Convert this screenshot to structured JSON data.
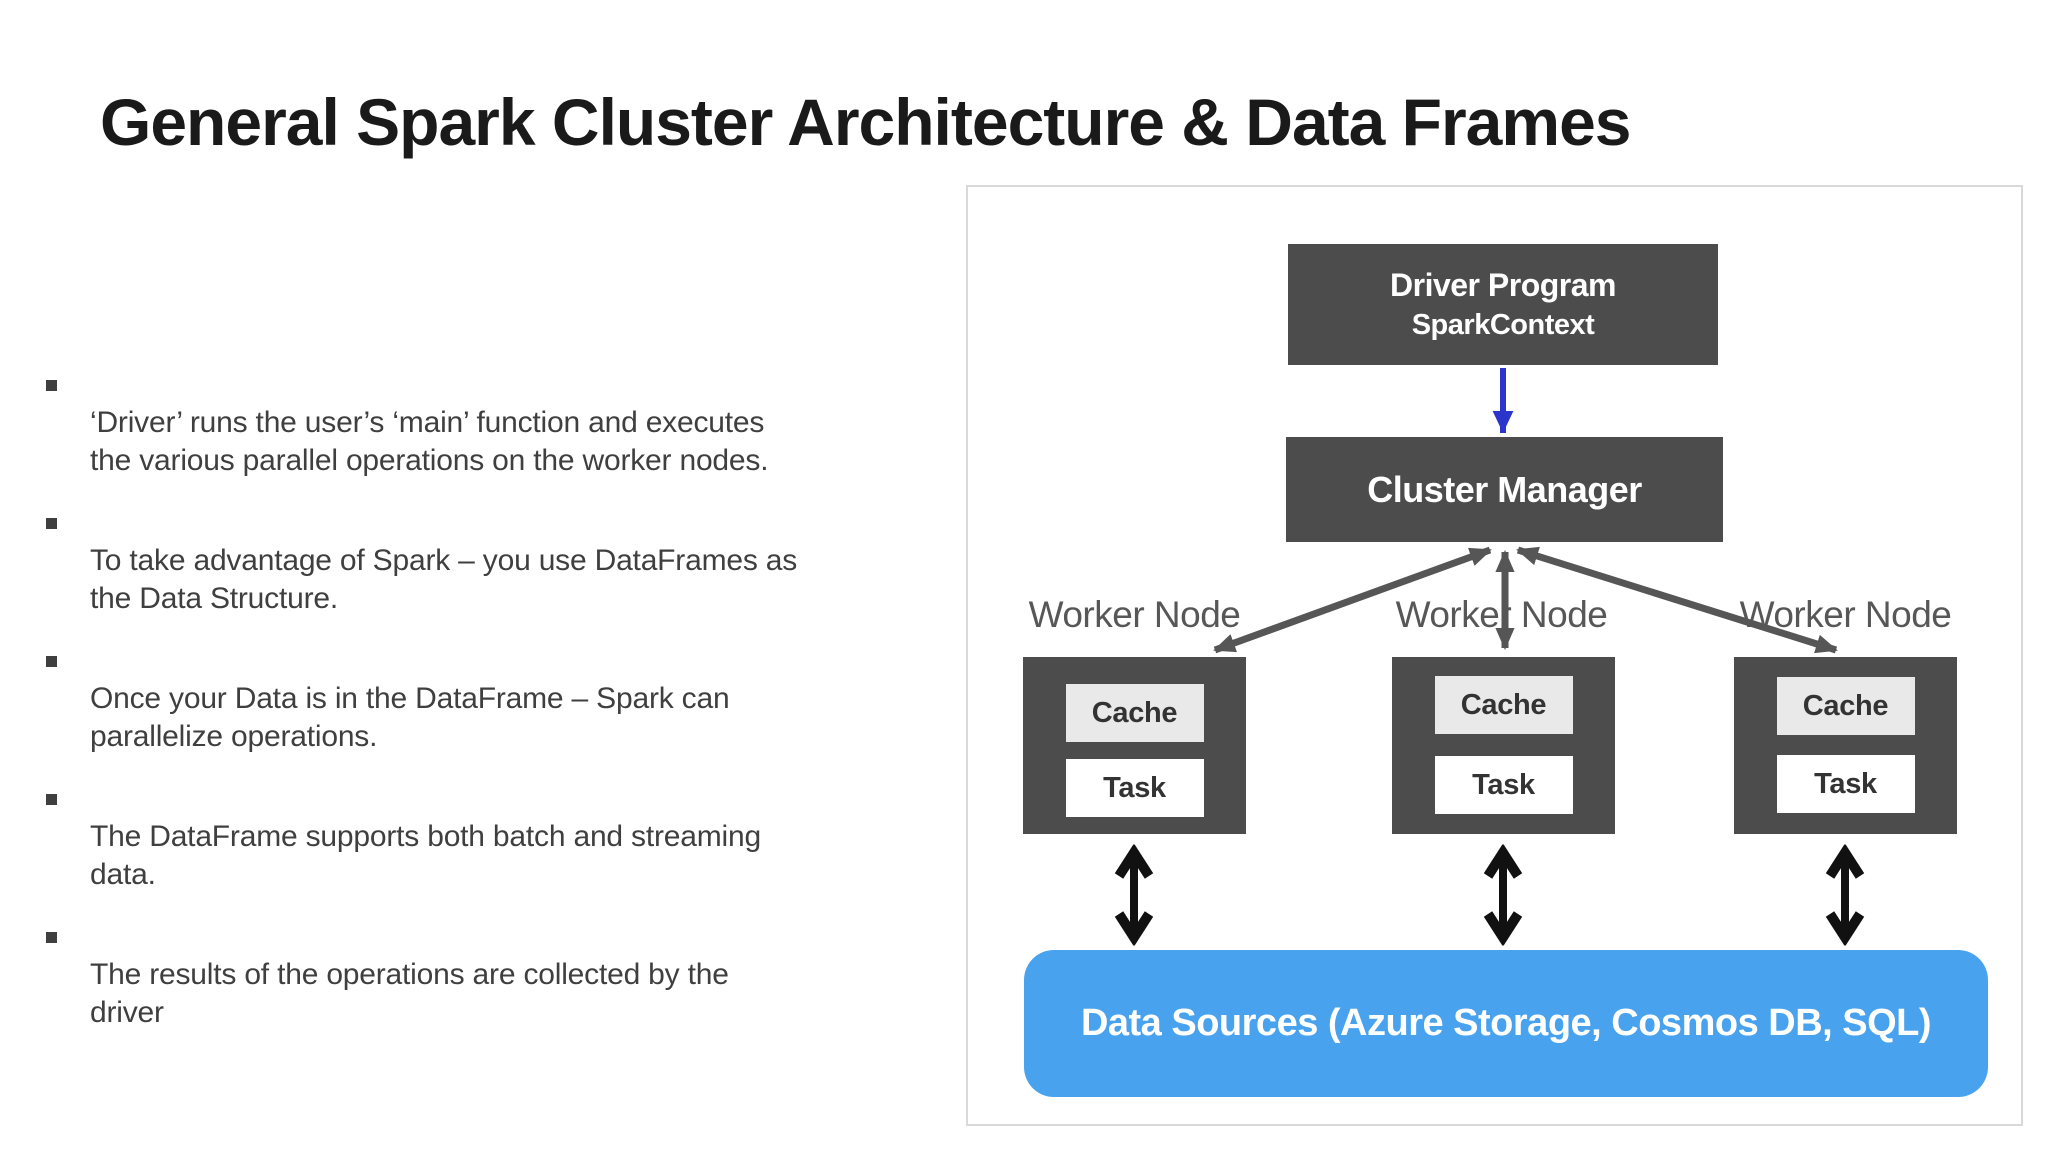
{
  "slide": {
    "title": "General Spark Cluster Architecture & Data Frames"
  },
  "bullets": {
    "items": [
      {
        "text": "‘Driver’ runs the user’s ‘main’ function and executes\nthe various parallel operations on the worker nodes."
      },
      {
        "text": "To take advantage of Spark – you use DataFrames as\nthe Data Structure."
      },
      {
        "text": "Once your Data is in the DataFrame – Spark can\nparallelize operations."
      },
      {
        "text": "The DataFrame supports both batch and streaming\ndata."
      },
      {
        "text": "The results of the operations are collected by the\ndriver"
      }
    ]
  },
  "diagram": {
    "driver": {
      "line1": "Driver Program",
      "line2": "SparkContext"
    },
    "cluster_manager": {
      "label": "Cluster Manager"
    },
    "workers": [
      {
        "label": "Worker Node",
        "cache": "Cache",
        "task": "Task"
      },
      {
        "label": "Worker Node",
        "cache": "Cache",
        "task": "Task"
      },
      {
        "label": "Worker Node",
        "cache": "Cache",
        "task": "Task"
      }
    ],
    "data_sources": {
      "label": "Data Sources (Azure Storage, Cosmos DB, SQL)"
    }
  },
  "colors": {
    "title": "#1a1a1a",
    "text": "#3f3f3f",
    "box_dark": "#4c4c4c",
    "cache_bg": "#e9e9e9",
    "task_bg": "#ffffff",
    "data_sources_bg": "#48a2ee",
    "driver_arrow": "#2b35cc",
    "manager_arrows": "#565656",
    "data_arrows": "#111111",
    "frame_border": "#d9d9d9",
    "worker_label": "#575757"
  }
}
